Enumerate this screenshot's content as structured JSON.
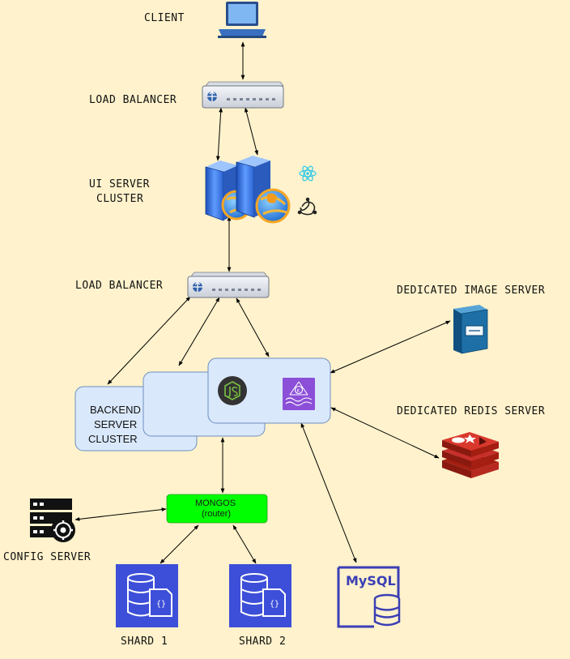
{
  "nodes": {
    "client": "CLIENT",
    "load_balancer_top": "LOAD BALANCER",
    "ui_server_cluster": [
      "UI SERVER",
      "CLUSTER"
    ],
    "load_balancer_mid": "LOAD BALANCER",
    "dedicated_image_server": "DEDICATED IMAGE SERVER",
    "dedicated_redis_server": "DEDICATED REDIS SERVER",
    "backend_server_cluster": [
      "BACKEND",
      "SERVER",
      "CLUSTER"
    ],
    "mongos": [
      "MONGOS",
      "(router)"
    ],
    "config_server": "CONFIG SERVER",
    "shard_1": "SHARD 1",
    "shard_2": "SHARD 2",
    "mysql": "MySQL"
  },
  "colors": {
    "background": "#fff2cc",
    "backend_box_fill": "#dae8fc",
    "backend_box_stroke": "#6c8ebf",
    "mongos_fill": "#00ff00",
    "shard_fill": "#3d4fd8",
    "redis_red": "#c6302b",
    "image_server_blue": "#1e6fa5",
    "mysql_blue": "#3b3fb6"
  },
  "icons": {
    "client": "laptop-icon",
    "load_balancer": "load-balancer-icon",
    "ui_server": "web-server-icon",
    "react": "react-icon",
    "redux_saga": "redux-icon",
    "nodejs": "nodejs-icon",
    "kafka": "kafka-icon",
    "image_server": "server-icon",
    "redis": "redis-icon",
    "config": "config-server-icon",
    "shard": "database-icon",
    "mysql": "mysql-icon"
  }
}
